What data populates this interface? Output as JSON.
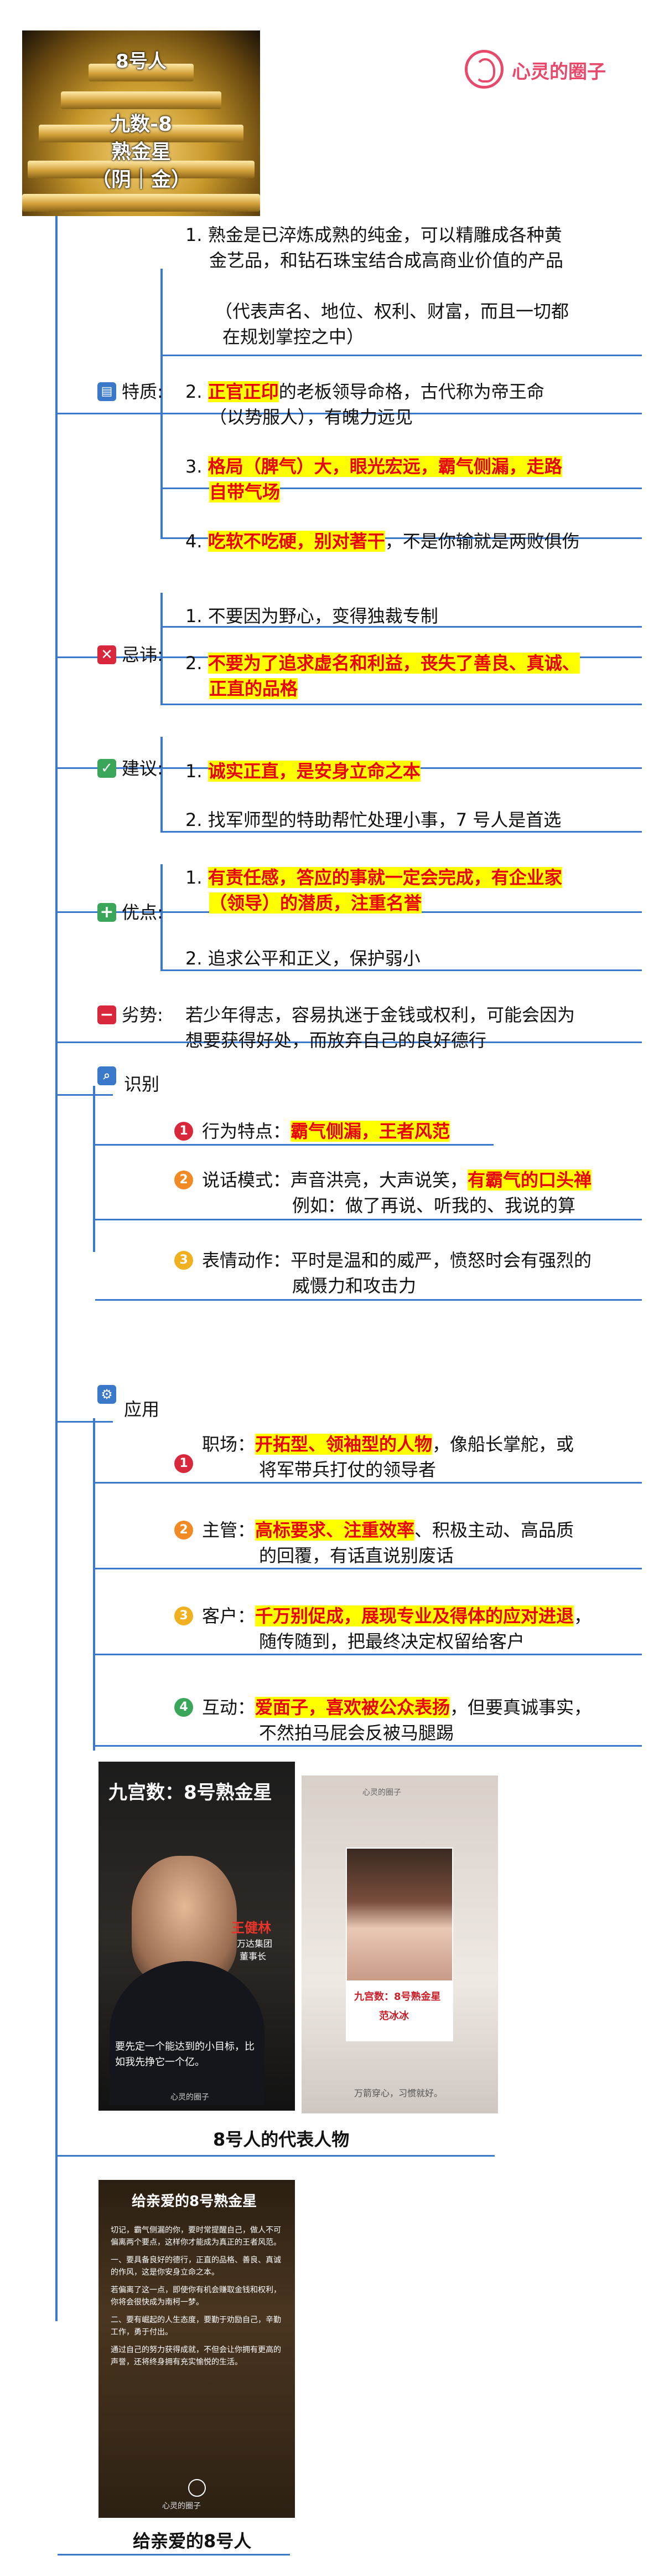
{
  "header": {
    "title_top": "8号人",
    "title_line1": "九数-8",
    "title_line2": "熟金星",
    "title_line3": "（阴｜金）",
    "brand": "心灵的圈子"
  },
  "colors": {
    "line": "#3a78c9",
    "highlight_bg": "#ffff00",
    "highlight_text": "#e8000b",
    "brand": "#e8496a"
  },
  "intro": {
    "line1": "1. 熟金是已淬炼成熟的纯金，可以精雕成各种黄",
    "line2": "金艺品，和钻石珠宝结合成高商业价值的产品",
    "line3": "（代表声名、地位、权利、财富，而且一切都",
    "line4": "在规划掌控之中）"
  },
  "traits": {
    "label": "特质:",
    "icon": "document-icon",
    "i2_prefix": "2. ",
    "i2_hl": "正官正印",
    "i2_rest": "的老板领导命格，古代称为帝王命",
    "i2_line2": "（以势服人），有魄力远见",
    "i3_prefix": "3. ",
    "i3_hl1": "格局（脾气）大，眼光宏远，霸气侧漏，走路",
    "i3_hl2": "自带气场",
    "i4_prefix": "4. ",
    "i4_hl": "吃软不吃硬，别对著干",
    "i4_rest": "，不是你输就是两败俱伤"
  },
  "taboo": {
    "label": "忌讳:",
    "icon": "x-icon",
    "i1": "1. 不要因为野心，变得独裁专制",
    "i2_prefix": "2. ",
    "i2_hl1": "不要为了追求虚名和利益，丧失了善良、真诚、",
    "i2_hl2": "正直的品格"
  },
  "advice": {
    "label": "建议:",
    "icon": "check-icon",
    "i1_prefix": "1. ",
    "i1_hl": "诚实正直，是安身立命之本",
    "i2": "2. 找军师型的特助帮忙处理小事，7 号人是首选"
  },
  "merits": {
    "label": "优点:",
    "icon": "plus-icon",
    "i1_prefix": "1. ",
    "i1_hl1": "有责任感，答应的事就一定会完成，有企业家",
    "i1_hl2": "（领导）的潜质，注重名誉",
    "i2": "2. 追求公平和正义，保护弱小"
  },
  "weakness": {
    "label": "劣势:",
    "icon": "minus-icon",
    "line1": "若少年得志，容易执迷于金钱或权利，可能会因为",
    "line2": "想要获得好处，而放弃自己的良好德行"
  },
  "identify": {
    "label": "识别",
    "icon": "magnifier-icon",
    "b1_label": "行为特点：",
    "b1_hl": "霸气侧漏，王者风范",
    "b2_label": "说话模式：",
    "b2_rest": "声音洪亮，大声说笑，",
    "b2_hl": "有霸气的口头禅",
    "b2_line2": "例如：做了再说、听我的、我说的算",
    "b3_label": "表情动作：",
    "b3_line1": "平时是温和的威严，愤怒时会有强烈的",
    "b3_line2": "威慑力和攻击力"
  },
  "apply": {
    "label": "应用",
    "icon": "gear-icon",
    "c1_label": "职场：",
    "c1_hl": "开拓型、领袖型的人物",
    "c1_rest": "，像船长掌舵，或",
    "c1_line2": "将军带兵打仗的领导者",
    "c2_label": "主管：",
    "c2_hl": "高标要求、注重效率",
    "c2_rest": "、积极主动、高品质",
    "c2_line2": "的回覆，有话直说别废话",
    "c3_label": "客户：",
    "c3_hl": "千万别促成，展现专业及得体的应对进退",
    "c3_rest": "，",
    "c3_line2": "随传随到，把最终决定权留给客户",
    "c4_label": "互动：",
    "c4_hl": "爱面子，喜欢被公众表扬",
    "c4_rest": "，但要真诚事实，",
    "c4_line2": "不然拍马屁会反被马腿踢"
  },
  "figures": {
    "caption": "8号人的代表人物",
    "p1_title": "九宫数：8号熟金星",
    "p1_name": "王健林",
    "p1_sub1": "万达集团",
    "p1_sub2": "董事长",
    "p1_quote1": "要先定一个能达到的小目标，比",
    "p1_quote2": "如我先挣它一个亿。",
    "p1_brand": "心灵的圈子",
    "p2_brand": "心灵的圈子",
    "p2_title": "九宫数：8号熟金星",
    "p2_name": "范冰冰",
    "p2_quote": "万箭穿心，习惯就好。"
  },
  "letter": {
    "caption": "给亲爱的8号人",
    "title": "给亲爱的8号熟金星",
    "p1": "切记，霸气侧漏的你，要时常提醒自己，做人不可偏离两个要点，这样你才能成为真正的王者风范。",
    "p2": "一、要具备良好的德行，正直的品格、善良、真诚的作风，这是你安身立命之本。",
    "p3": "若偏离了这一点，即使你有机会赚取金钱和权利，你将会很快成为南柯一梦。",
    "p4": "二、要有崛起的人生态度，要勤于劝励自己，辛勤工作，勇于付出。",
    "p5": "通过自己的努力获得成就，不但会让你拥有更高的声誉，还将终身拥有充实愉悦的生活。",
    "brand": "心灵的圈子"
  }
}
